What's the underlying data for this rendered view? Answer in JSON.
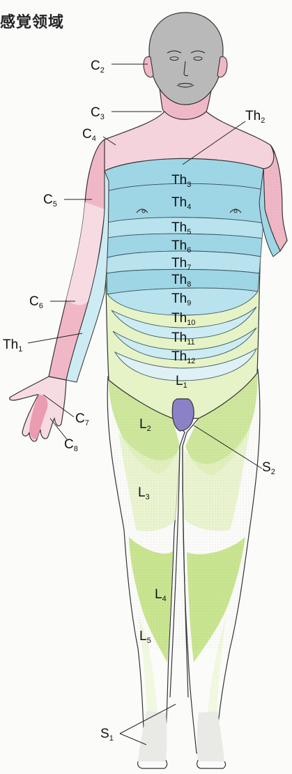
{
  "title": "感覚领域",
  "labels": {
    "c2": {
      "base": "C",
      "sub": "2"
    },
    "c3": {
      "base": "C",
      "sub": "3"
    },
    "c4": {
      "base": "C",
      "sub": "4"
    },
    "c5": {
      "base": "C",
      "sub": "5"
    },
    "c6": {
      "base": "C",
      "sub": "6"
    },
    "c7": {
      "base": "C",
      "sub": "7"
    },
    "c8": {
      "base": "C",
      "sub": "8"
    },
    "th1": {
      "base": "Th",
      "sub": "1"
    },
    "th2": {
      "base": "Th",
      "sub": "2"
    },
    "th3": {
      "base": "Th",
      "sub": "3"
    },
    "th4": {
      "base": "Th",
      "sub": "4"
    },
    "th5": {
      "base": "Th",
      "sub": "5"
    },
    "th6": {
      "base": "Th",
      "sub": "6"
    },
    "th7": {
      "base": "Th",
      "sub": "7"
    },
    "th8": {
      "base": "Th",
      "sub": "8"
    },
    "th9": {
      "base": "Th",
      "sub": "9"
    },
    "th10": {
      "base": "Th",
      "sub": "10"
    },
    "th11": {
      "base": "Th",
      "sub": "11"
    },
    "th12": {
      "base": "Th",
      "sub": "12"
    },
    "l1": {
      "base": "L",
      "sub": "1"
    },
    "l2": {
      "base": "L",
      "sub": "2"
    },
    "l3": {
      "base": "L",
      "sub": "3"
    },
    "l4": {
      "base": "L",
      "sub": "4"
    },
    "l5": {
      "base": "L",
      "sub": "5"
    },
    "s1": {
      "base": "S",
      "sub": "1"
    },
    "s2": {
      "base": "S",
      "sub": "2"
    }
  },
  "colors": {
    "head": "#b9b9b9",
    "cervical": "#f0b8c6",
    "cervical_dark": "#e991a8",
    "thoracic": "#9fd6e6",
    "thoracic_light": "#cdebf3",
    "lumbar": "#bfe07d",
    "lumbar_light": "#e6f3c6",
    "sacral": "#8c82c8",
    "skin_white": "#fdfdfb"
  }
}
